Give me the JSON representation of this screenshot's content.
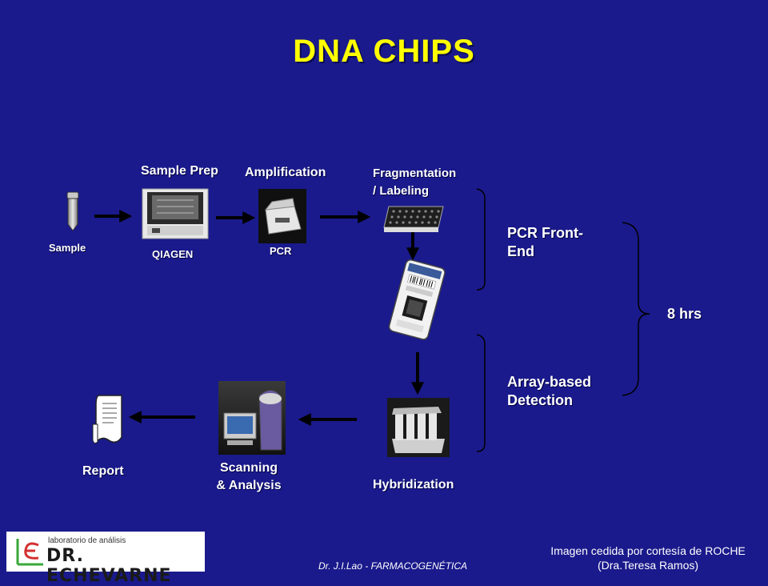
{
  "slide": {
    "title": "DNA CHIPS"
  },
  "steps": {
    "sample": "Sample",
    "sample_prep": "Sample Prep",
    "qiagen": "QIAGEN",
    "amplification": "Amplification",
    "pcr": "PCR",
    "fragmentation_line1": "Fragmentation",
    "fragmentation_line2": "/ Labeling",
    "hybridization": "Hybridization",
    "scanning_line1": "Scanning",
    "scanning_line2": "& Analysis",
    "report": "Report"
  },
  "phases": {
    "pcr_front_end_line1": "PCR Front-",
    "pcr_front_end_line2": "End",
    "array_detection_line1": "Array-based",
    "array_detection_line2": "Detection",
    "total_time": "8 hrs"
  },
  "footer": {
    "logo_small": "laboratorio de análisis",
    "logo_name": "DR. ECHEVARNE",
    "author": "Dr. J.I.Lao - FARMACOGENÉTICA",
    "credit_line1": "Imagen cedida por cortesía de ROCHE",
    "credit_line2": "(Dra.Teresa Ramos)"
  }
}
